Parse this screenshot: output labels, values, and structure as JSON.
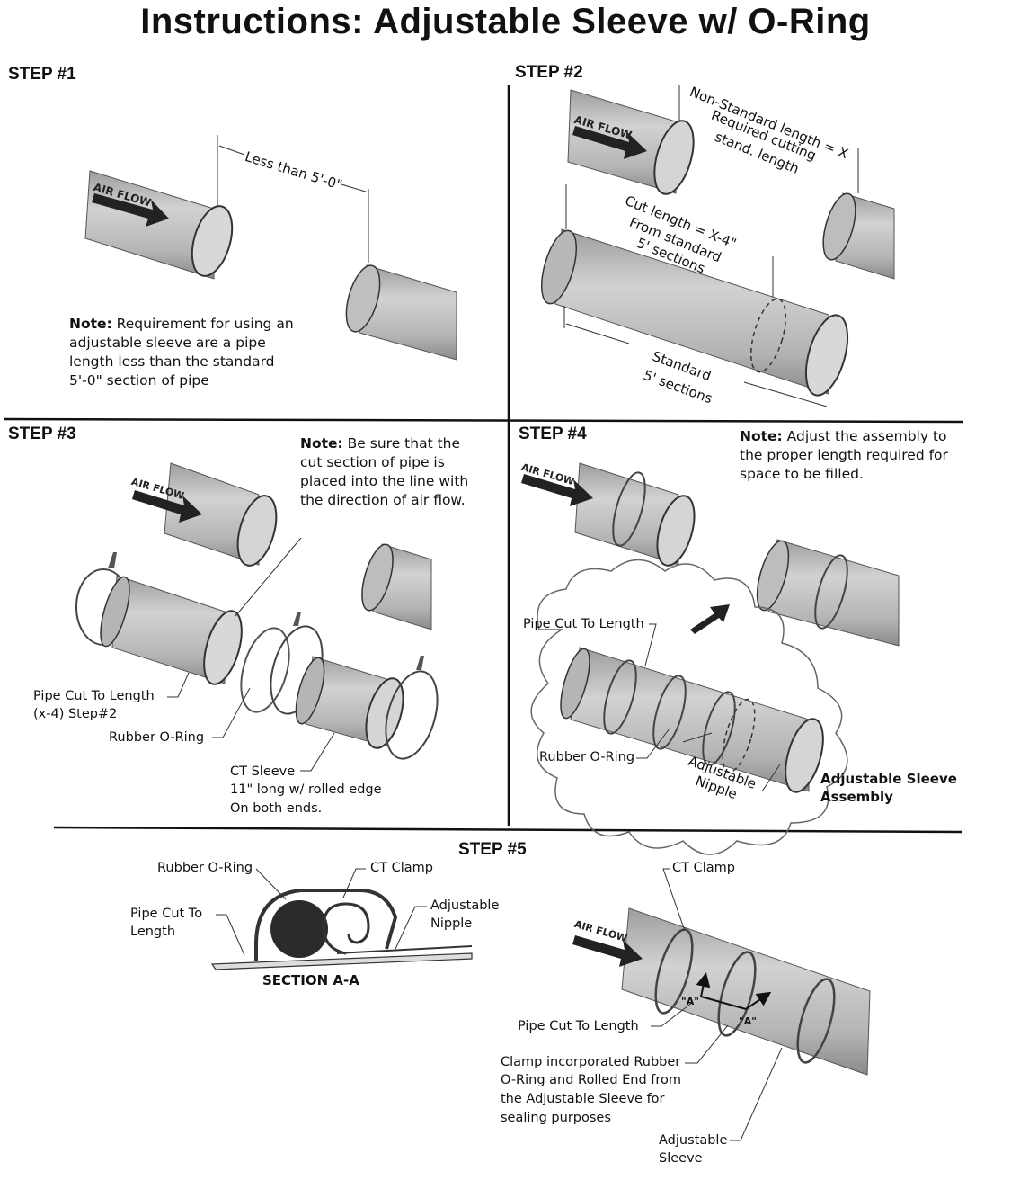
{
  "title": "Instructions:  Adjustable Sleeve w/ O-Ring",
  "steps": {
    "s1": "STEP #1",
    "s2": "STEP #2",
    "s3": "STEP #3",
    "s4": "STEP #4",
    "s5": "STEP #5"
  },
  "step1": {
    "dim_label": "Less than 5'-0\"",
    "note_bold": "Note:",
    "note_text": " Requirement for using an adjustable sleeve are a pipe length less than the standard 5'-0\" section of pipe"
  },
  "step2": {
    "nonstd_1": "Non-Standard length = X",
    "nonstd_2": "Required cutting",
    "nonstd_3": "stand. length",
    "cut_1": "Cut length = X-4\"",
    "cut_2": "From standard",
    "cut_3": "5' sections",
    "std_1": "Standard",
    "std_2": "5' sections"
  },
  "step3": {
    "note_bold": "Note:",
    "note_text": " Be sure that the cut section of pipe is placed into the line with the direction of air flow.",
    "pipe_cut_1": "Pipe Cut To Length",
    "pipe_cut_2": "(x-4) Step#2",
    "oring": "Rubber O-Ring",
    "sleeve_1": "CT Sleeve",
    "sleeve_2": "11\" long w/ rolled edge",
    "sleeve_3": "On both ends."
  },
  "step4": {
    "note_bold": "Note:",
    "note_text": " Adjust the assembly to the proper length required for space to be filled.",
    "pipe_cut": "Pipe Cut To Length",
    "oring": "Rubber O-Ring",
    "nipple_1": "Adjustable",
    "nipple_2": "Nipple",
    "assembly_1": "Adjustable Sleeve",
    "assembly_2": "Assembly"
  },
  "step5": {
    "oring": "Rubber O-Ring",
    "clamp": "CT Clamp",
    "pipe_cut_1": "Pipe Cut To",
    "pipe_cut_2": "Length",
    "nipple_1": "Adjustable",
    "nipple_2": "Nipple",
    "section": "SECTION A-A",
    "clamp_right": "CT Clamp",
    "pipe_cut_right": "Pipe Cut To Length",
    "clamp_inc_1": "Clamp incorporated Rubber",
    "clamp_inc_2": "O-Ring and Rolled End from",
    "clamp_inc_3": "the Adjustable Sleeve for",
    "clamp_inc_4": "sealing purposes",
    "sleeve_1": "Adjustable",
    "sleeve_2": "Sleeve",
    "marker_a": "\"A\""
  },
  "airflow": "AIR FLOW",
  "colors": {
    "pipe": "#b9b9b9",
    "pipe_dark": "#8f8f8f",
    "ink": "#111111",
    "bg": "#ffffff"
  }
}
